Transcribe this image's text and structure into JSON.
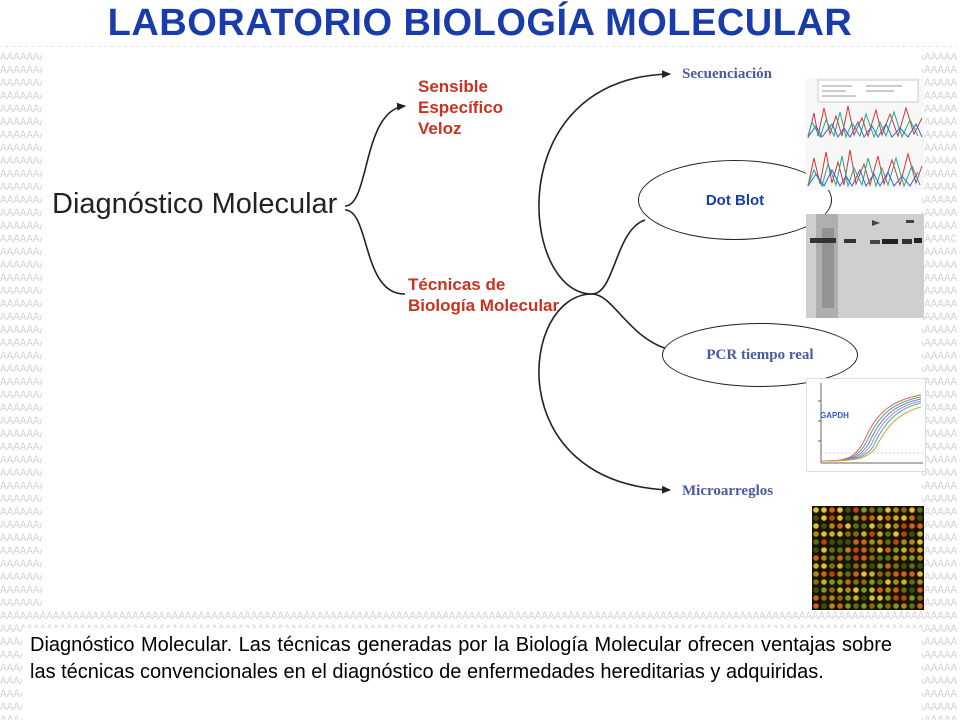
{
  "header": {
    "title": "LABORATORIO BIOLOGÍA MOLECULAR"
  },
  "diagram": {
    "root": "Diagnóstico Molecular",
    "advantages": [
      "Sensible",
      "Específico",
      "Veloz"
    ],
    "techniques_node": [
      "Técnicas de",
      "Biología Molecular"
    ],
    "techniques": {
      "sequencing": "Secuenciación",
      "dot_blot": "Dot Blot",
      "pcr": "PCR tiempo real",
      "microarrays": "Microarreglos"
    },
    "pcr_plot_label": "GAPDH"
  },
  "caption": "Diagnóstico Molecular. Las técnicas generadas por la Biología Molecular ofrecen ventajas sobre las técnicas convencionales en el diagnóstico de enfermedades hereditarias y adquiridas.",
  "colors": {
    "title": "#1a3caa",
    "red_labels": "#c8321e",
    "technique_labels": "#4a5a9a",
    "dot_blot_label": "#1a3caa"
  }
}
